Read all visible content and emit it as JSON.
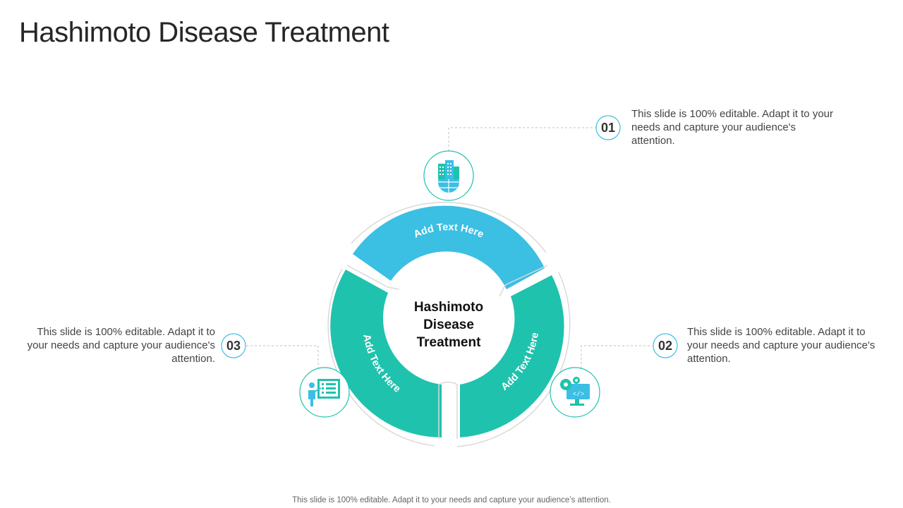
{
  "title": "Hashimoto Disease Treatment",
  "center": {
    "lines": [
      "Hashimoto",
      "Disease",
      "Treatment"
    ]
  },
  "segments": [
    {
      "label": "Add Text Here",
      "color": "#3bbfe3"
    },
    {
      "label": "Add Text Here",
      "color": "#1fc2ad"
    },
    {
      "label": "Add Text Here",
      "color": "#1fc2ad"
    }
  ],
  "steps": [
    {
      "number": "01",
      "icon": "office-building-globe-icon",
      "text": "This slide is 100% editable. Adapt it to your needs and capture your audience's attention."
    },
    {
      "number": "02",
      "icon": "gear-monitor-code-icon",
      "text": "This slide is 100% editable. Adapt it to your needs and capture your audience's attention."
    },
    {
      "number": "03",
      "icon": "presenter-board-icon",
      "text": "This slide is 100% editable. Adapt it to your needs and capture your audience's attention."
    }
  ],
  "colors": {
    "teal": "#1fc2ad",
    "blue": "#3bbfe3",
    "outline": "#d9d9d9"
  },
  "footer": "This slide is 100% editable. Adapt it to your needs and capture your audience’s attention."
}
